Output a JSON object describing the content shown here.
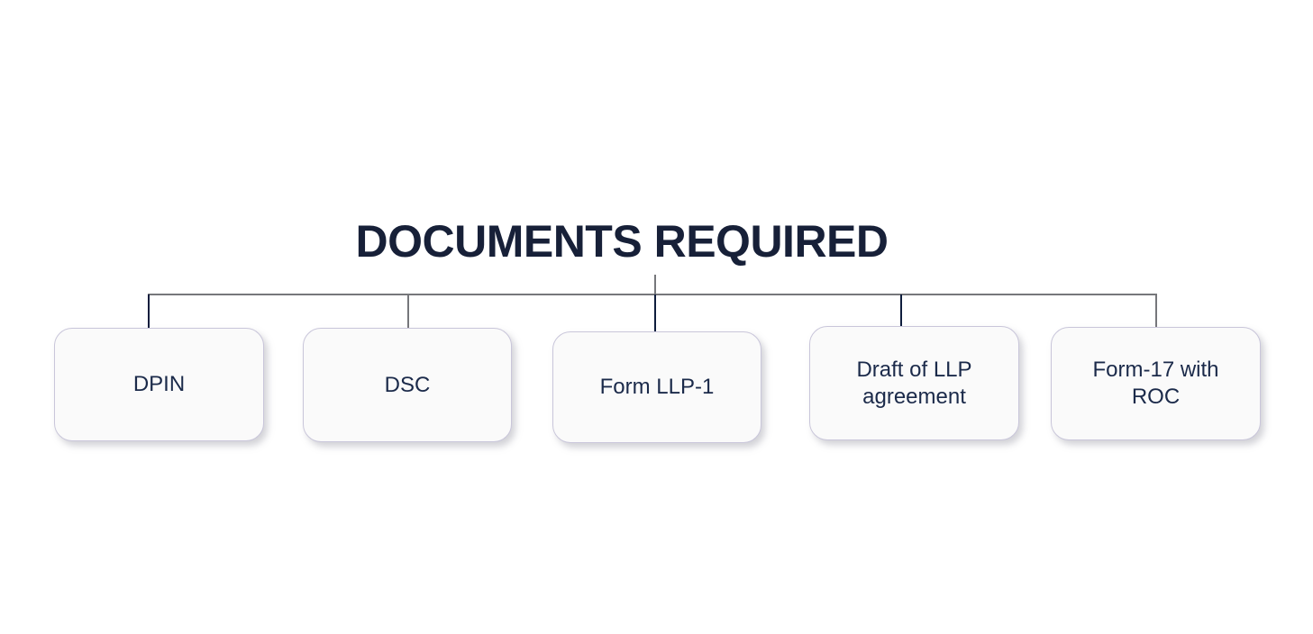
{
  "title": "DOCUMENTS REQUIRED",
  "nodes": [
    {
      "label": "DPIN"
    },
    {
      "label": "DSC"
    },
    {
      "label": "Form LLP-1"
    },
    {
      "label": "Draft of LLP agreement"
    },
    {
      "label": "Form-17 with ROC"
    }
  ],
  "colors": {
    "title_text": "#172038",
    "node_text": "#1b2a4a",
    "node_background": "#fafafa",
    "node_border": "#c9c6da",
    "connector_gray": "#76777b",
    "connector_navy": "#0f1d3d",
    "page_background": "#ffffff"
  }
}
